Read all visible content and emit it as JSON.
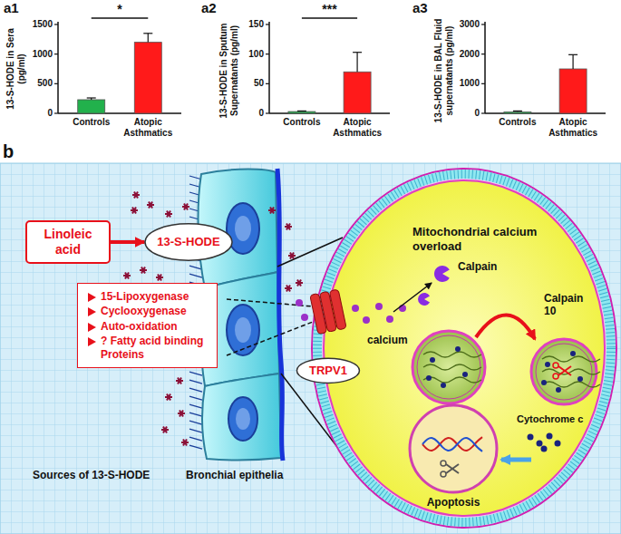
{
  "diagram": {
    "nodes": [
      {
        "text": [
          "Linoleic acid"
        ]
      },
      {
        "text": [
          "13-S-HODE"
        ]
      },
      {
        "text": [
          "15-Lipoxygenase",
          "Cyclooxygenase",
          "Auto-oxidation",
          "? Fatty acid binding Proteins"
        ]
      },
      {
        "text": [
          "TRPV1"
        ]
      }
    ],
    "edges": [
      {
        "from": 0,
        "to": 1,
        "arrow": "to"
      }
    ],
    "labels": [
      "a1",
      "13-S-HODE in Sera (pg/ml)",
      "0",
      "500",
      "1000",
      "1500",
      "Controls",
      "Atopic Asthmatics",
      "*",
      "a2",
      "13-S-HODE in Sputum Supernatants (pg/ml)",
      "0",
      "50",
      "100",
      "150",
      "Controls",
      "Atopic Asthmatics",
      "***",
      "a3",
      "13-S-HODE in BAL Fluid supernatants (pg/ml)",
      "0",
      "1000",
      "2000",
      "3000",
      "Controls",
      "Atopic Asthmatics",
      "b",
      "Sources of 13-S-HODE",
      "Bronchial epithelia",
      "Mitochondrial calcium overload",
      "Calpain",
      "calcium",
      "Calpain 10",
      "Cytochrome c",
      "Apoptosis"
    ]
  }
}
